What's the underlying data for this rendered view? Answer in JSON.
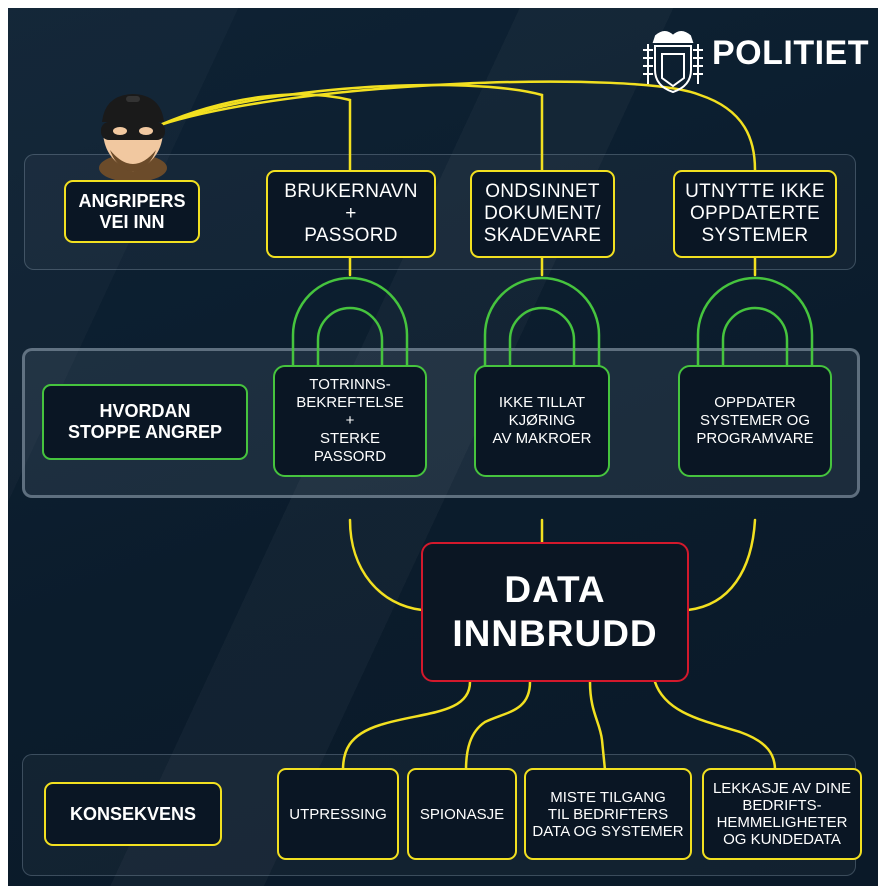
{
  "brand": {
    "name": "POLITIET",
    "logo_icon": "police-crest-icon"
  },
  "colors": {
    "background": "#0b1c2c",
    "path_line": "#f2e020",
    "defense_border": "#46c43e",
    "breach_border": "#d3192c",
    "text": "#ffffff"
  },
  "attack": {
    "label": "ANGRIPERS\nVEI INN",
    "avatar_icon": "hacker-avatar-icon",
    "vectors": [
      {
        "label": "BRUKERNAVN\n+\nPASSORD"
      },
      {
        "label": "ONDSINNET\nDOKUMENT/\nSKADEVARE"
      },
      {
        "label": "UTNYTTE IKKE\nOPPDATERTE\nSYSTEMER"
      }
    ]
  },
  "defense": {
    "label": "HVORDAN\nSTOPPE ANGREP",
    "lock_icon": "padlock-icon",
    "measures": [
      {
        "label": "TOTRINNS-\nBEKREFTELSE\n+\nSTERKE\nPASSORD"
      },
      {
        "label": "IKKE TILLAT\nKJØRING\nAV MAKROER"
      },
      {
        "label": "OPPDATER\nSYSTEMER OG\nPROGRAMVARE"
      }
    ]
  },
  "breach": {
    "label": "DATA\nINNBRUDD"
  },
  "consequences": {
    "label": "KONSEKVENS",
    "items": [
      {
        "label": "UTPRESSING"
      },
      {
        "label": "SPIONASJE"
      },
      {
        "label": "MISTE TILGANG\nTIL BEDRIFTERS\nDATA OG SYSTEMER"
      },
      {
        "label": "LEKKASJE AV DINE\nBEDRIFTS-\nHEMMELIGHETER\nOG KUNDEDATA"
      }
    ]
  }
}
